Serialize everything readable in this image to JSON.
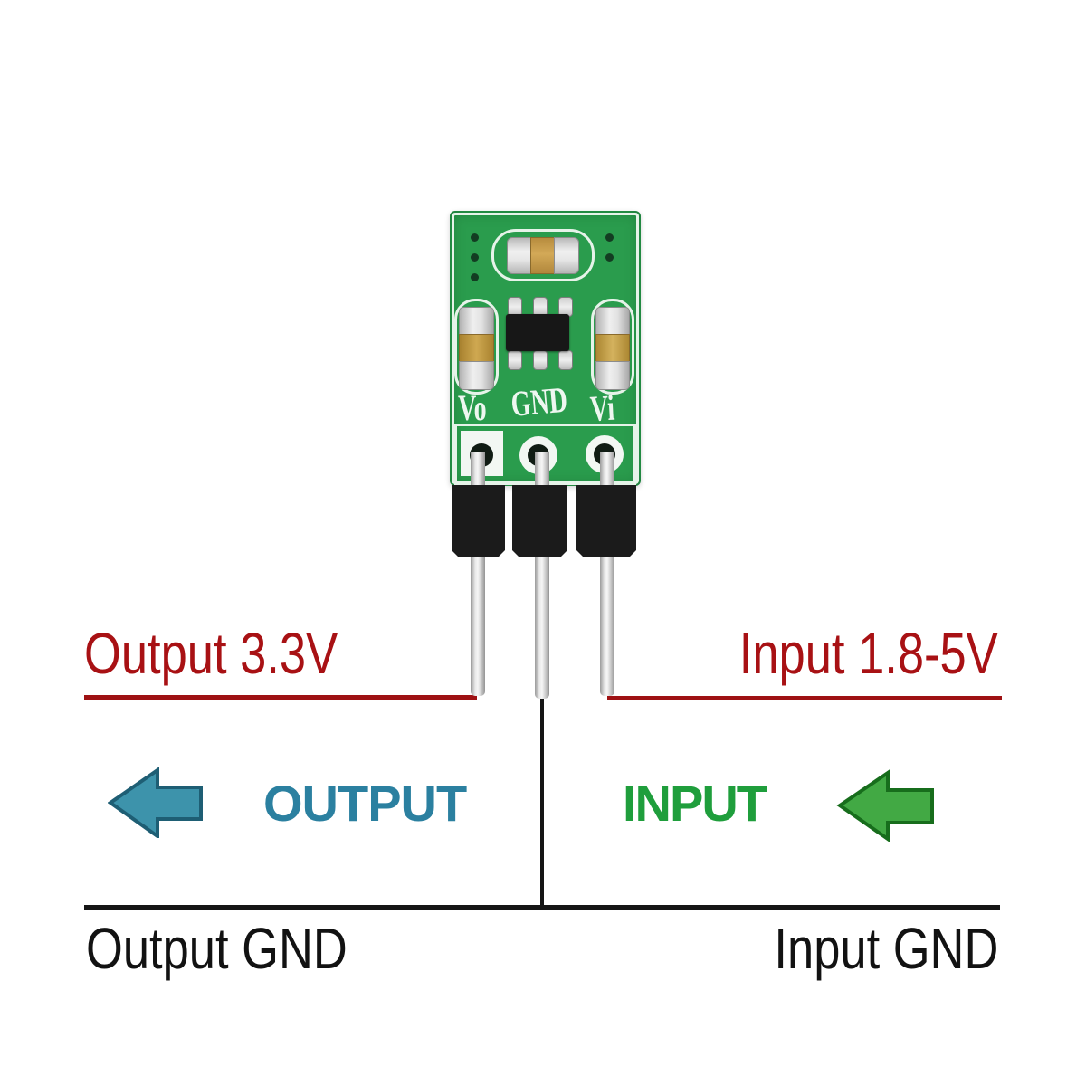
{
  "module": {
    "pin_labels": {
      "vo": "Vo",
      "gnd": "GND",
      "vi": "Vi"
    }
  },
  "labels": {
    "output_voltage": "Output 3.3V",
    "input_voltage": "Input 1.8-5V",
    "output_word": "OUTPUT",
    "input_word": "INPUT",
    "output_gnd": "Output GND",
    "input_gnd": "Input GND"
  },
  "colors": {
    "label_red": "#a81114",
    "line_red": "#9e1113",
    "output_teal": "#2b80a0",
    "arrow_teal_fill": "#3d93ab",
    "arrow_teal_stroke": "#1e5e74",
    "input_green": "#1f9e3c",
    "arrow_green_fill": "#42a944",
    "arrow_green_stroke": "#176d1c",
    "gnd_line_black": "#151515",
    "pcb_green": "#2a9c4d"
  },
  "icons": {
    "output_arrow": "arrow-left",
    "input_arrow": "arrow-left"
  }
}
